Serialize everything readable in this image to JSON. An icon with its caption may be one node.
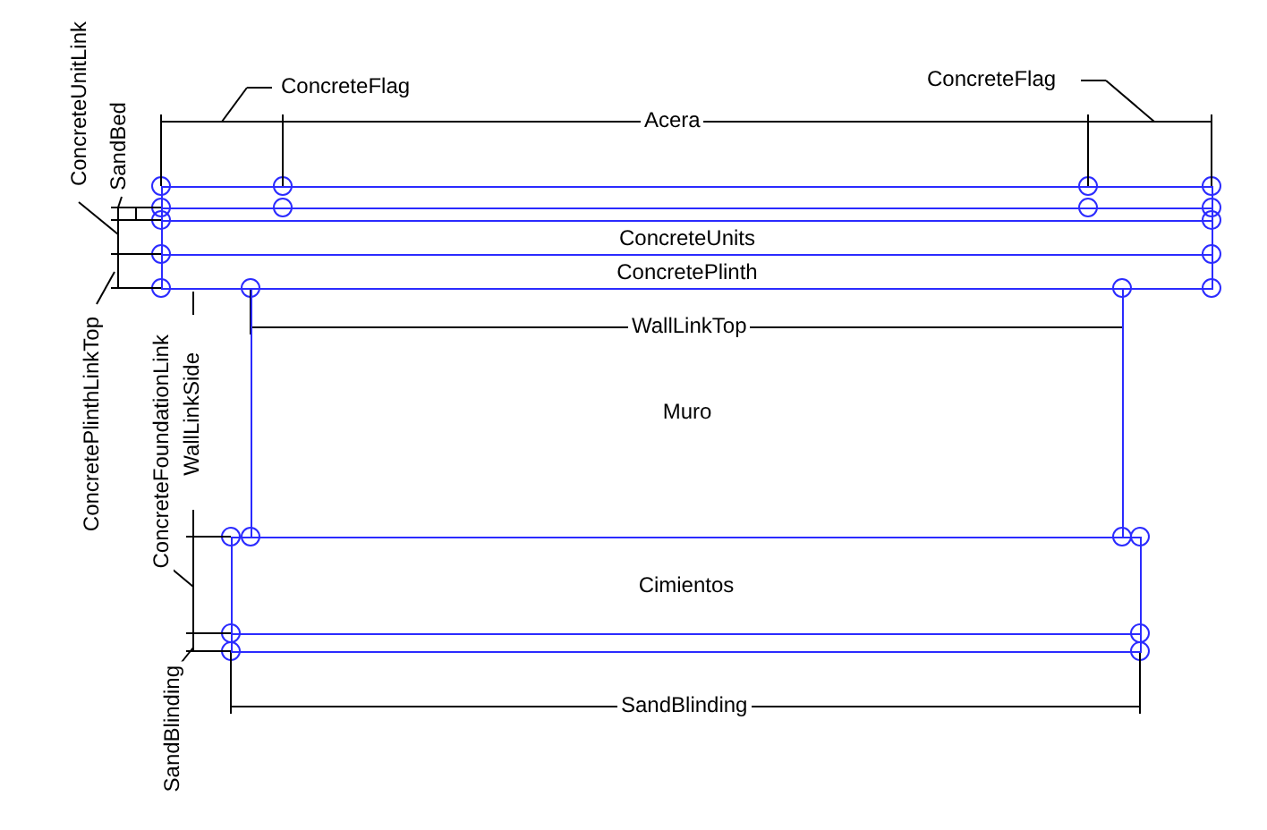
{
  "diagram": {
    "nodes": [
      {
        "text": [],
        "shape": "box"
      },
      {
        "text": [],
        "shape": "box"
      },
      {
        "text": [
          "ConcreteUnits"
        ]
      },
      {
        "text": [
          "ConcretePlinth"
        ]
      },
      {
        "text": [
          "Muro"
        ]
      },
      {
        "text": [
          "Cimientos"
        ]
      },
      {
        "text": [],
        "shape": "box"
      }
    ],
    "edges": [],
    "labels": [
      "ConcreteFlag",
      "ConcreteFlag",
      "Acera",
      "ConcreteUnitLink",
      "SandBed",
      "ConcretePlinthLinkTop",
      "ConcreteFoundationLink",
      "WallLinkSide",
      "WallLinkTop",
      "SandBlinding",
      "SandBlinding"
    ]
  }
}
